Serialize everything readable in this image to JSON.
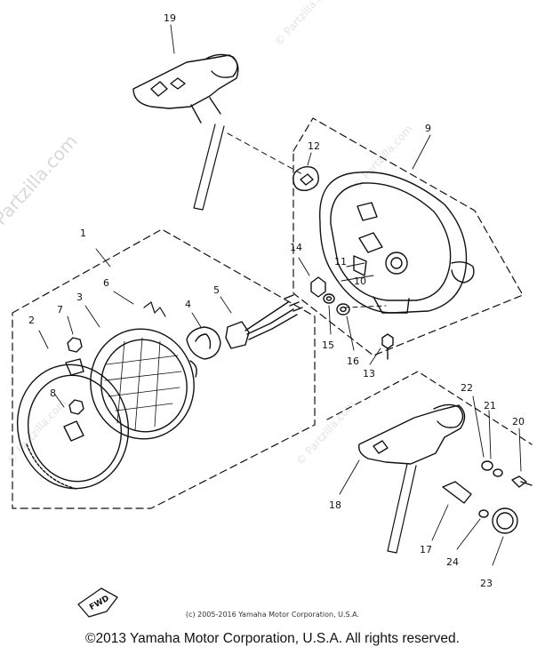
{
  "watermark": {
    "main": "© Partzilla.com",
    "small": "© Partzilla.com"
  },
  "callouts": [
    "1",
    "2",
    "3",
    "4",
    "5",
    "6",
    "7",
    "8",
    "9",
    "10",
    "11",
    "12",
    "13",
    "14",
    "15",
    "16",
    "17",
    "18",
    "19",
    "20",
    "21",
    "22",
    "23",
    "24"
  ],
  "fwd_label": "FWD",
  "copyright_small": "(c) 2005-2016 Yamaha Motor Corporation, U.S.A.",
  "copyright_main": "©2013 Yamaha Motor Corporation, U.S.A. All rights reserved."
}
